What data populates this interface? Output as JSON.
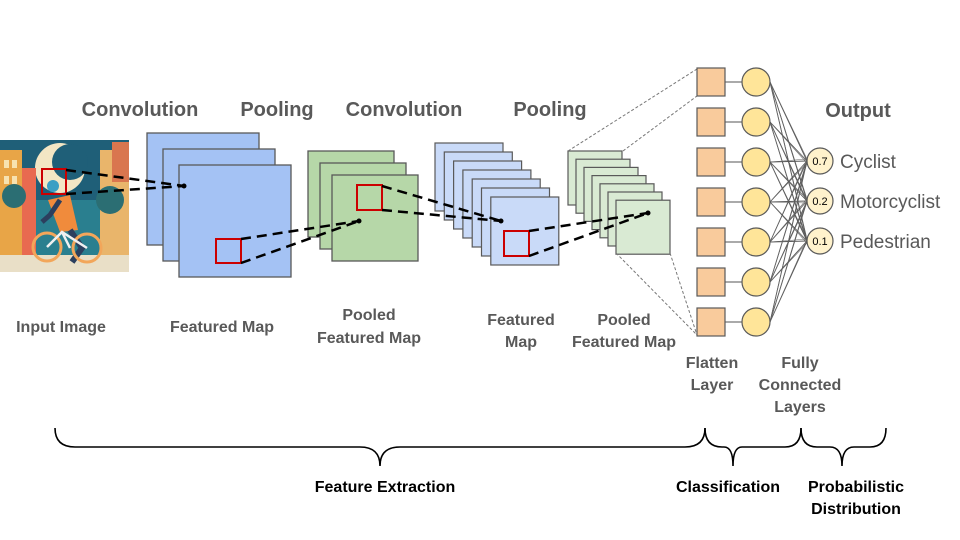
{
  "stages": {
    "conv1": "Convolution",
    "pool1": "Pooling",
    "conv2": "Convolution",
    "pool2": "Pooling",
    "output": "Output"
  },
  "captions": {
    "input_image": "Input Image",
    "featured_map_1": "Featured Map",
    "pooled_map_1": [
      "Pooled",
      "Featured Map"
    ],
    "featured_map_2": [
      "Featured",
      "Map"
    ],
    "pooled_map_2": [
      "Pooled",
      "Featured Map"
    ],
    "flatten": [
      "Flatten",
      "Layer"
    ],
    "fully_connected": [
      "Fully",
      "Connected",
      "Layers"
    ]
  },
  "outputs": [
    {
      "prob": "0.7",
      "label": "Cyclist"
    },
    {
      "prob": "0.2",
      "label": "Motorcyclist"
    },
    {
      "prob": "0.1",
      "label": "Pedestrian"
    }
  ],
  "groups": {
    "feature_extraction": "Feature Extraction",
    "classification": "Classification",
    "probabilistic": [
      "Probabilistic",
      "Distribution"
    ]
  },
  "network": {
    "flatten_nodes": 7,
    "hidden_nodes": 7,
    "output_nodes": 3
  },
  "colors": {
    "conv1_fill": "#a4c2f4",
    "pool1_fill": "#b6d7a8",
    "conv2_fill": "#c9daf8",
    "pool2_fill": "#d9ead3",
    "flatten_fill": "#f9cb9c",
    "hidden_fill": "#ffe599",
    "output_fill": "#fff2cc",
    "kernel_stroke": "#cc0000",
    "outline": "#595959",
    "text_gray": "#595959"
  },
  "input_image": {
    "subject": "cyclist-illustration"
  }
}
